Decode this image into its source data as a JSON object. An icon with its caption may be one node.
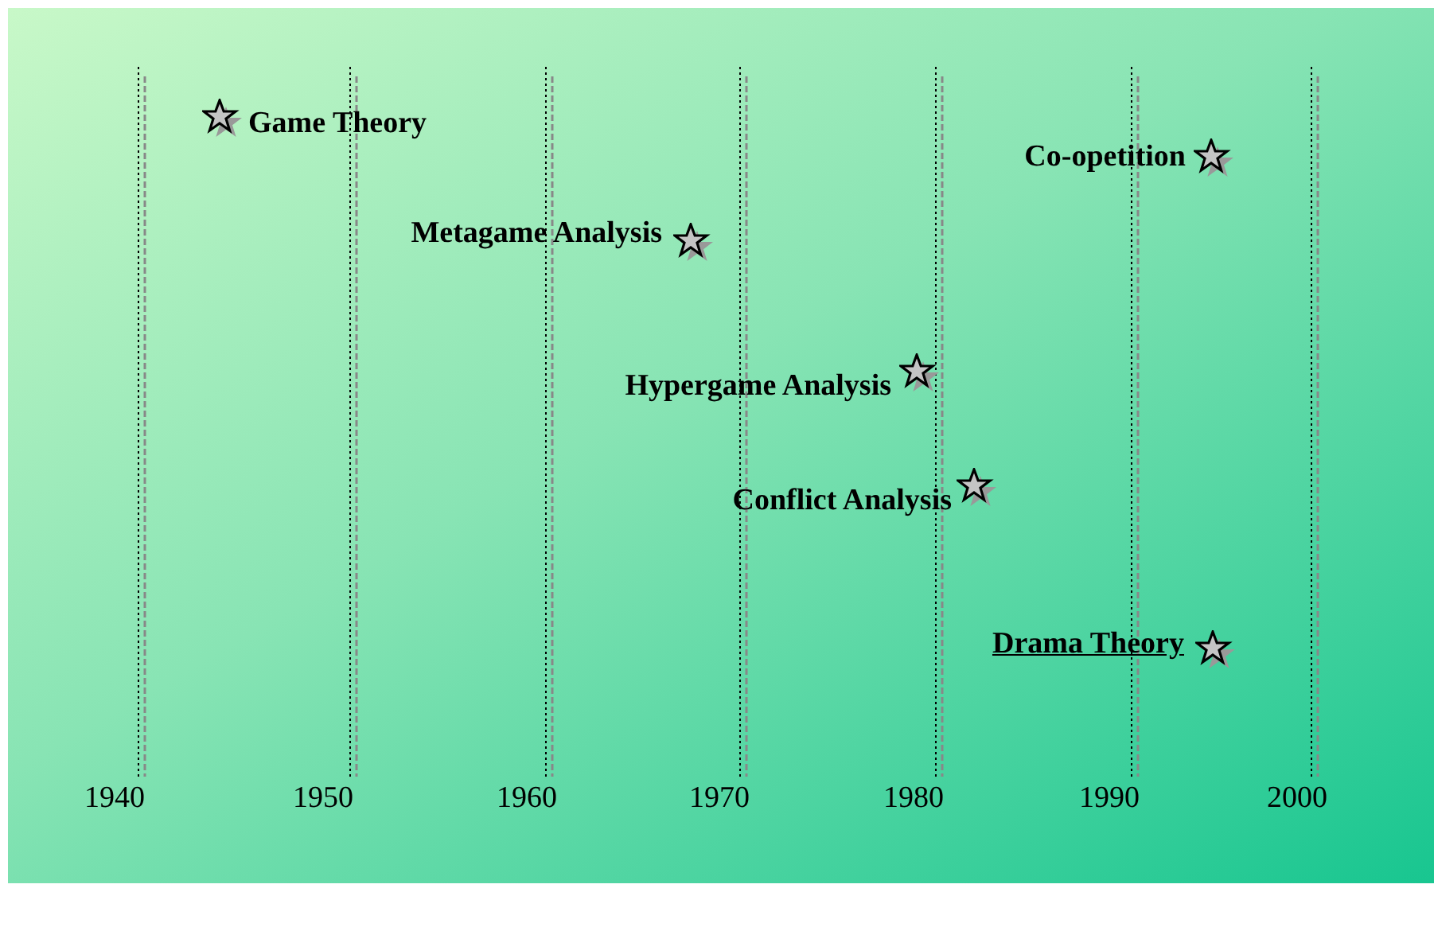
{
  "diagram": {
    "labels": [
      "Game Theory",
      "Co-opetition",
      "Metagame Analysis",
      "Hypergame Analysis",
      "Conflict Analysis",
      "Drama Theory",
      "1940",
      "1950",
      "1960",
      "1970",
      "1980",
      "1990",
      "2000"
    ]
  }
}
